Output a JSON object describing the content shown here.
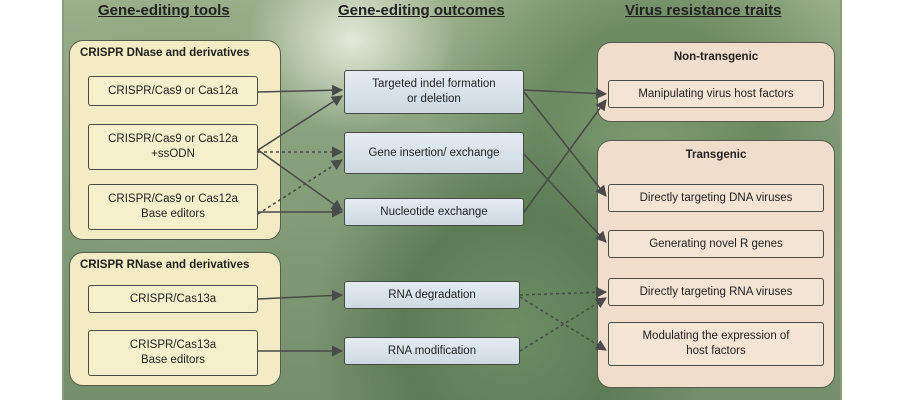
{
  "headers": {
    "tools": "Gene-editing tools",
    "outcomes": "Gene-editing outcomes",
    "traits": "Virus resistance traits"
  },
  "dnase_group": {
    "title": "CRISPR DNase and derivatives",
    "items": [
      "CRISPR/Cas9 or Cas12a",
      "CRISPR/Cas9 or Cas12a\n+ssODN",
      "CRISPR/Cas9 or Cas12a\nBase editors"
    ]
  },
  "rnase_group": {
    "title": "CRISPR RNase and derivatives",
    "items": [
      "CRISPR/Cas13a",
      "CRISPR/Cas13a\nBase editors"
    ]
  },
  "outcomes": [
    "Targeted indel formation\nor deletion",
    "Gene insertion/ exchange",
    "Nucleotide exchange",
    "RNA degradation",
    "RNA modification"
  ],
  "nontransgenic": {
    "title": "Non-transgenic",
    "items": [
      "Manipulating virus host factors"
    ]
  },
  "transgenic": {
    "title": "Transgenic",
    "items": [
      "Directly targeting DNA viruses",
      "Generating novel R genes",
      "Directly targeting RNA viruses",
      "Modulating the expression of\nhost factors"
    ]
  },
  "colors": {
    "tool_fill": "#f6efcc",
    "outcome_fill": "#d6e0e8",
    "trait_fill": "#f4e4d4",
    "arrow": "#4a4a4a"
  }
}
